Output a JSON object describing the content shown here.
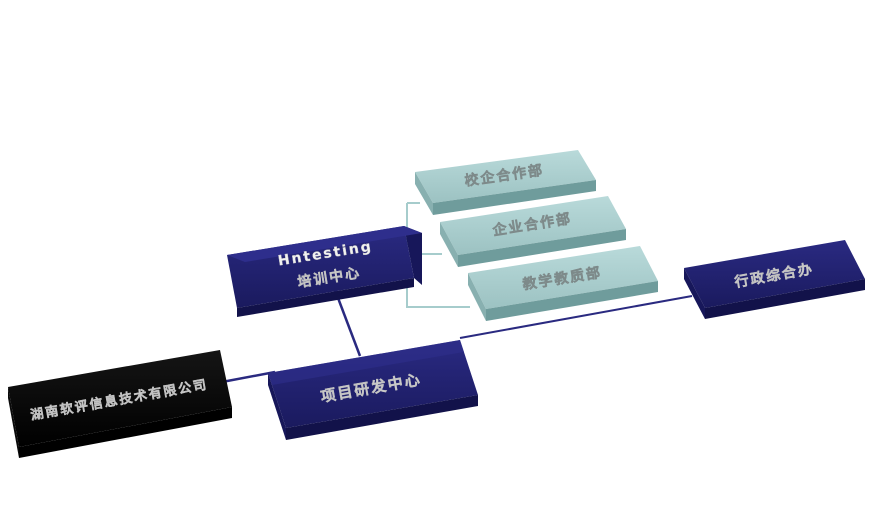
{
  "diagram": {
    "nodes": {
      "company": {
        "label": "湖南软评信息技术有限公司"
      },
      "training_center": {
        "line1": "Hntesting",
        "line2": "培训中心"
      },
      "rnd_center": {
        "label": "项目研发中心"
      },
      "school_enterprise": {
        "label": "校企合作部"
      },
      "enterprise_coop": {
        "label": "企业合作部"
      },
      "teaching_dept": {
        "label": "教学教质部"
      },
      "admin_office": {
        "label": "行政综合办"
      }
    },
    "colors": {
      "navy_face": "#20206e",
      "navy_side": "#12124a",
      "navy_edge": "#2c2c88",
      "black_face": "#050505",
      "teal_face": "#a6cccc",
      "teal_side": "#6f9c9c",
      "connector_dark": "#2a2a80",
      "connector_light": "#a6cccc"
    }
  }
}
